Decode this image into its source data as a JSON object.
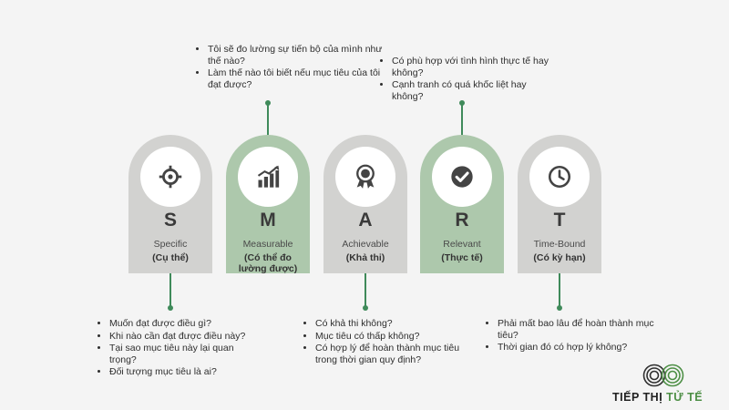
{
  "cards": [
    {
      "letter": "S",
      "name": "Specific",
      "viet": "(Cụ thể)",
      "icon": "target-icon"
    },
    {
      "letter": "M",
      "name": "Measurable",
      "viet": "(Có thể đo lường được)",
      "icon": "bar-chart-icon"
    },
    {
      "letter": "A",
      "name": "Achievable",
      "viet": "(Khả thi)",
      "icon": "award-ribbon-icon"
    },
    {
      "letter": "R",
      "name": "Relevant",
      "viet": "(Thực tế)",
      "icon": "check-circle-icon"
    },
    {
      "letter": "T",
      "name": "Time-Bound",
      "viet": "(Có kỳ hạn)",
      "icon": "clock-icon"
    }
  ],
  "bullets": {
    "S": [
      "Muốn đạt được điều gì?",
      "Khi nào cần đạt được điều này?",
      "Tại sao mục tiêu này lại quan trọng?",
      "Đối tượng mục tiêu là ai?"
    ],
    "M": [
      "Tôi sẽ đo lường sự tiến bộ của mình như thế nào?",
      "Làm thế nào tôi biết nếu mục tiêu của tôi đạt được?"
    ],
    "A": [
      "Có khả thi không?",
      "Mục tiêu có thấp không?",
      "Có hợp lý để hoàn thành mục tiêu trong thời gian quy định?"
    ],
    "R": [
      "Có phù hợp với tình hình thực tế hay không?",
      "Cạnh tranh có quá khốc liệt hay không?"
    ],
    "T": [
      "Phải mất bao lâu để hoàn thành mục tiêu?",
      "Thời gian đó có hợp lý không?"
    ]
  },
  "brand": {
    "part1": "TIẾP THỊ ",
    "part2": "TỬ TẾ"
  },
  "colors": {
    "gray_card": "#d2d2d0",
    "green_card": "#adc8ac",
    "accent": "#3f8a5a",
    "brand_green": "#4d8f45"
  }
}
